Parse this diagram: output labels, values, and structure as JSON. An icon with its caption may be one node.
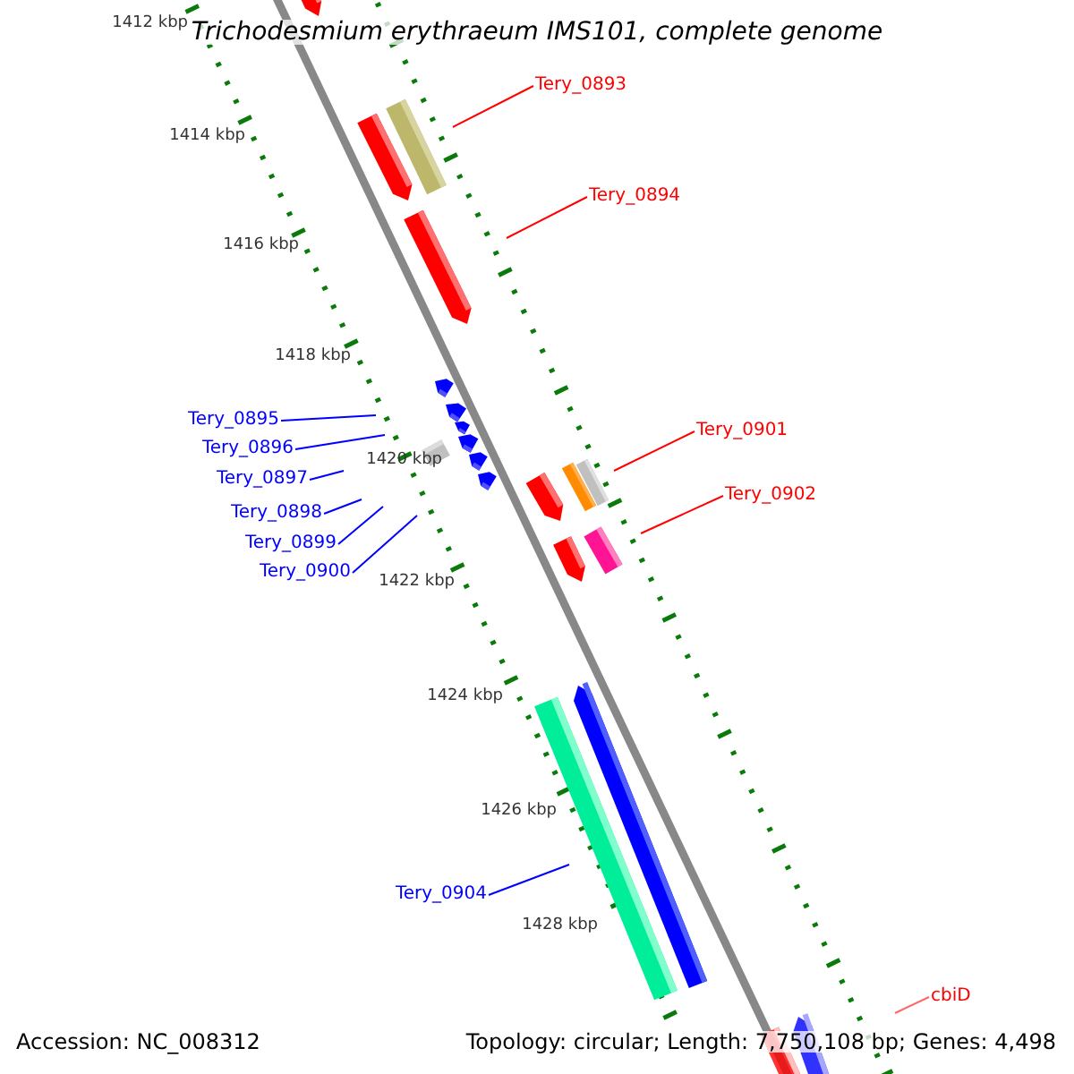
{
  "diagram": {
    "title": "Trichodesmium erythraeum IMS101, complete genome",
    "nodes": [
      {
        "text": [
          "Tery_0893"
        ]
      },
      {
        "text": [
          "Tery_0894"
        ]
      },
      {
        "text": [
          "Tery_0895"
        ]
      },
      {
        "text": [
          "Tery_0901"
        ]
      },
      {
        "text": [
          "Tery_0896"
        ]
      },
      {
        "text": [
          "Tery_0897"
        ]
      },
      {
        "text": [
          "Tery_0902"
        ]
      },
      {
        "text": [
          "Tery_0898"
        ]
      },
      {
        "text": [
          "Tery_0899"
        ]
      },
      {
        "text": [
          "Tery_0900"
        ]
      },
      {
        "text": [
          "Tery_0904"
        ]
      },
      {
        "text": [
          "cbiD"
        ]
      }
    ],
    "edges": [
      {
        "from": 0,
        "to": null,
        "arrow": "none",
        "color": "#ff0000"
      },
      {
        "from": 1,
        "to": null,
        "arrow": "none",
        "color": "#ff0000"
      },
      {
        "from": 2,
        "to": null,
        "arrow": "none"
      },
      {
        "from": 3,
        "to": null,
        "arrow": "none",
        "color": "#ff0000"
      },
      {
        "from": 4,
        "to": null,
        "arrow": "none"
      },
      {
        "from": 5,
        "to": null,
        "arrow": "none"
      },
      {
        "from": 6,
        "to": null,
        "arrow": "none",
        "color": "#ff0000"
      },
      {
        "from": 7,
        "to": null,
        "arrow": "none"
      },
      {
        "from": 8,
        "to": null,
        "arrow": "none"
      },
      {
        "from": 9,
        "to": null,
        "arrow": "none"
      },
      {
        "from": 10,
        "to": null,
        "arrow": "none"
      },
      {
        "from": 11,
        "to": null,
        "arrow": "none",
        "color": "#ff0000"
      }
    ],
    "labels": [
      "1412 kbp",
      "1414 kbp",
      "1416 kbp",
      "1418 kbp",
      "1420 kbp",
      "1422 kbp",
      "1424 kbp",
      "1426 kbp",
      "1428 kbp",
      "Accession: NC_008312",
      "Topology: circular; Length: 7,750,108 bp; Genes: 4,498"
    ]
  }
}
